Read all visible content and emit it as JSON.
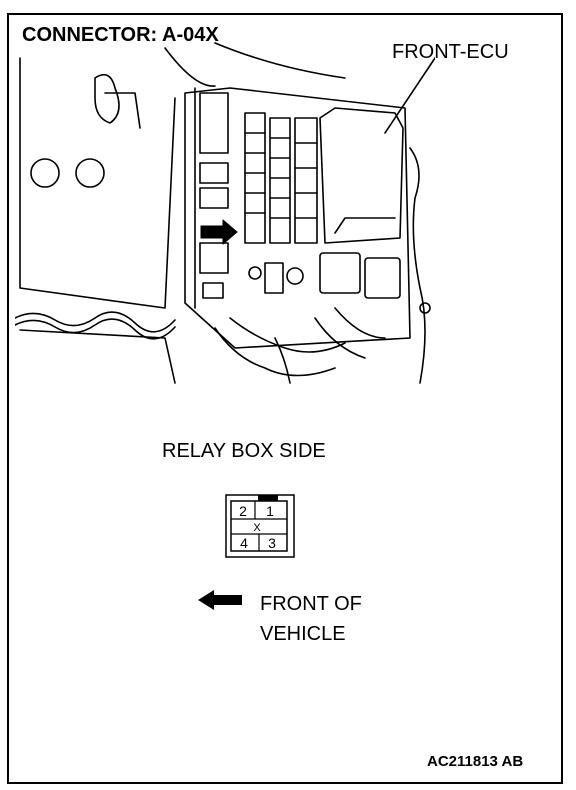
{
  "title": "CONNECTOR: A-04X",
  "callout_label": "FRONT-ECU",
  "view_label": "RELAY BOX SIDE",
  "connector": {
    "pins": [
      "2",
      "1",
      "4",
      "3"
    ],
    "center_mark": "X"
  },
  "direction": {
    "line1": "FRONT OF",
    "line2": "VEHICLE",
    "arrow_icon": "left-arrow-icon"
  },
  "reference_code": "AC211813 AB"
}
